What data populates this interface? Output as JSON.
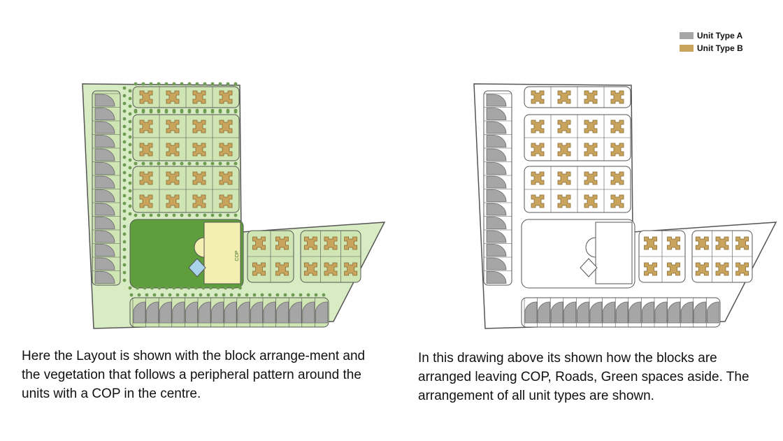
{
  "legend": {
    "items": [
      {
        "label": "Unit Type A",
        "color": "#a6a6a6"
      },
      {
        "label": "Unit Type B",
        "color": "#c9a45c"
      }
    ]
  },
  "plans": {
    "left": {
      "site_fill": "#d8ecc4",
      "block_fill": "#cfe6b4",
      "cop_fill": "#5f9e3c",
      "cop_label": "COP"
    },
    "right": {
      "site_fill": "#ffffff",
      "block_fill": "#ffffff"
    }
  },
  "captions": {
    "left": "Here the Layout is shown with the block arrange-ment and the vegetation that follows a peripheral pattern around the units with a COP in the centre.",
    "right": "In this drawing above its shown how the blocks are arranged leaving COP, Roads, Green spaces aside. The arrangement of all unit types are shown."
  },
  "colors": {
    "unit_a": "#a6a6a6",
    "unit_b": "#c9a45c",
    "tree": "#6e9c52",
    "outline": "#555555",
    "path": "#f3efb0",
    "water": "#a9d3ea"
  }
}
